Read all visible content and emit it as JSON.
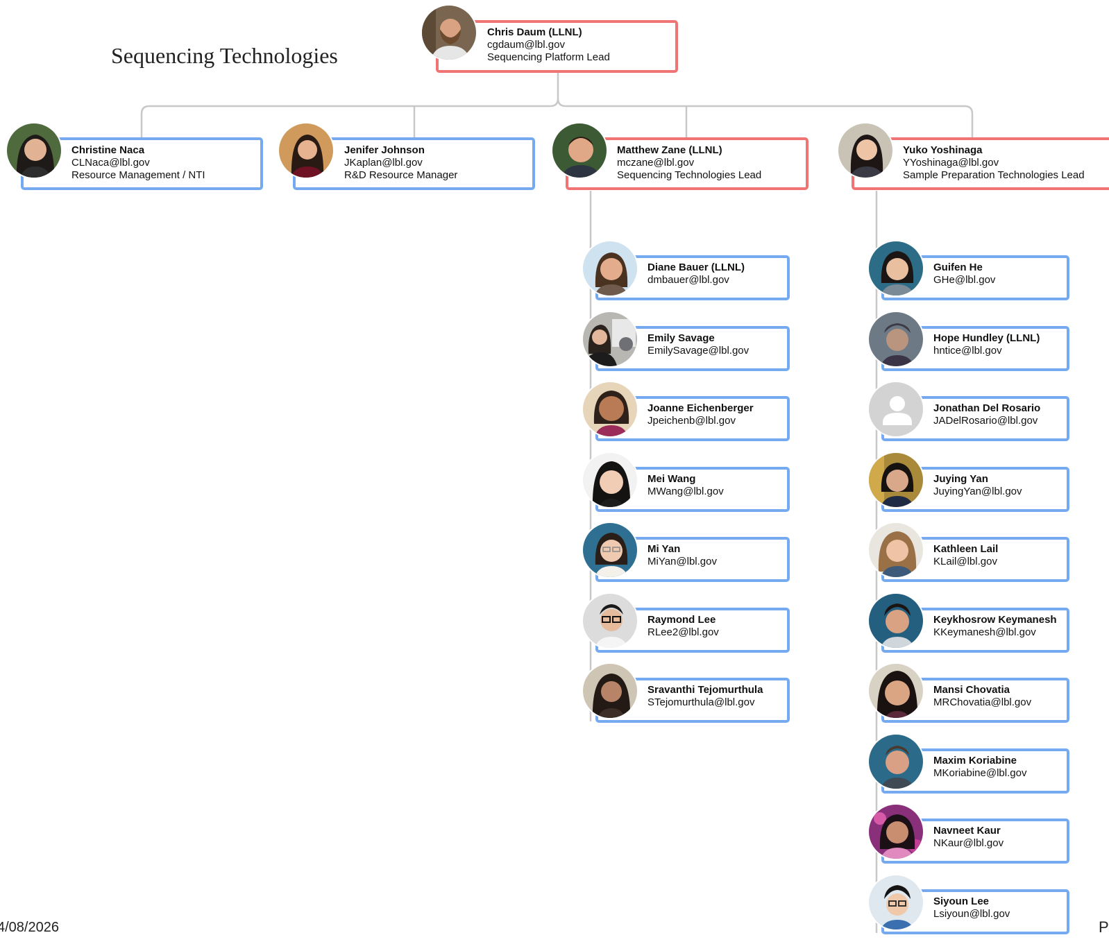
{
  "title": "Sequencing Technologies",
  "footer": {
    "date": "4/08/2026",
    "page": "P"
  },
  "colors": {
    "lead_border": "#f07474",
    "member_border": "#76aaf0",
    "connector": "#c8c8c8"
  },
  "root": {
    "name": "Chris Daum (LLNL)",
    "email": "cgdaum@lbl.gov",
    "role": "Sequencing Platform Lead"
  },
  "leads": [
    {
      "name": "Christine Naca",
      "email": "CLNaca@lbl.gov",
      "role": "Resource Management / NTI"
    },
    {
      "name": "Jenifer Johnson",
      "email": "JKaplan@lbl.gov",
      "role": "R&D Resource Manager"
    },
    {
      "name": "Matthew Zane (LLNL)",
      "email": "mczane@lbl.gov",
      "role": "Sequencing Technologies Lead"
    },
    {
      "name": "Yuko Yoshinaga",
      "email": "YYoshinaga@lbl.gov",
      "role": "Sample Preparation Technologies Lead"
    }
  ],
  "seq_team": [
    {
      "name": "Diane Bauer (LLNL)",
      "email": "dmbauer@lbl.gov"
    },
    {
      "name": "Emily Savage",
      "email": "EmilySavage@lbl.gov"
    },
    {
      "name": "Joanne Eichenberger",
      "email": "Jpeichenb@lbl.gov"
    },
    {
      "name": "Mei Wang",
      "email": "MWang@lbl.gov"
    },
    {
      "name": "Mi Yan",
      "email": "MiYan@lbl.gov"
    },
    {
      "name": "Raymond Lee",
      "email": "RLee2@lbl.gov"
    },
    {
      "name": "Sravanthi Tejomurthula",
      "email": "STejomurthula@lbl.gov"
    }
  ],
  "prep_team": [
    {
      "name": "Guifen He",
      "email": "GHe@lbl.gov"
    },
    {
      "name": "Hope Hundley (LLNL)",
      "email": "hntice@lbl.gov"
    },
    {
      "name": "Jonathan Del Rosario",
      "email": "JADelRosario@lbl.gov"
    },
    {
      "name": "Juying Yan",
      "email": "JuyingYan@lbl.gov"
    },
    {
      "name": "Kathleen Lail",
      "email": "KLail@lbl.gov"
    },
    {
      "name": "Keykhosrow Keymanesh",
      "email": "KKeymanesh@lbl.gov"
    },
    {
      "name": "Mansi Chovatia",
      "email": "MRChovatia@lbl.gov"
    },
    {
      "name": "Maxim Koriabine",
      "email": "MKoriabine@lbl.gov"
    },
    {
      "name": "Navneet Kaur",
      "email": "NKaur@lbl.gov"
    },
    {
      "name": "Siyoun Lee",
      "email": "Lsiyoun@lbl.gov"
    }
  ]
}
